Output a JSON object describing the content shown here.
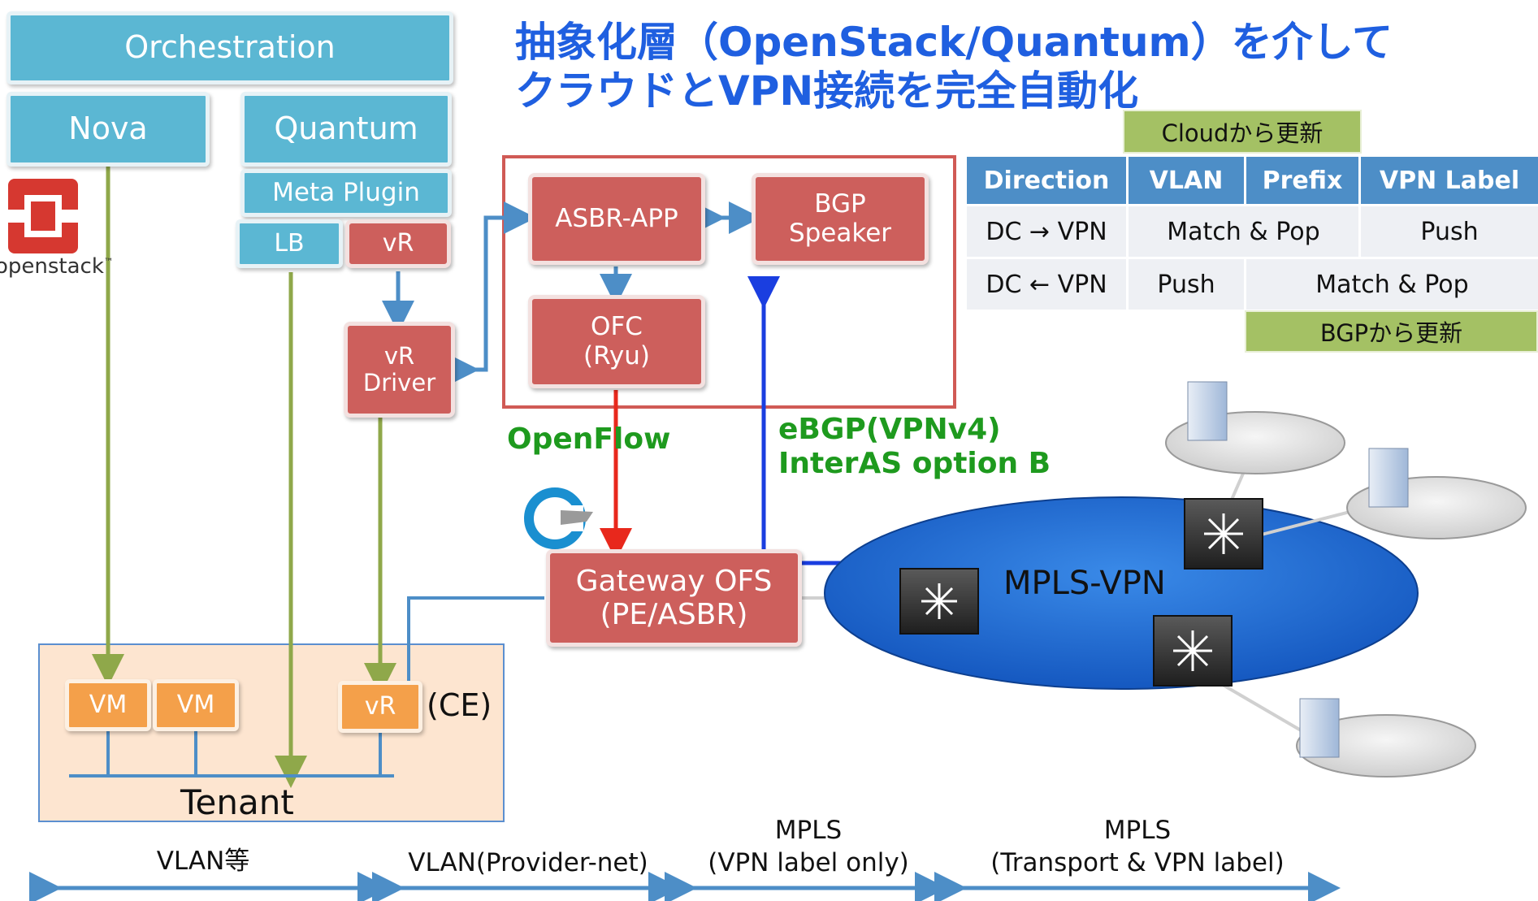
{
  "title": {
    "line1": "抽象化層（OpenStack/Quantum）を介して",
    "line2": "クラウドとVPN接続を完全自動化",
    "color": "#1f5fe0"
  },
  "boxes": {
    "orchestration": "Orchestration",
    "nova": "Nova",
    "quantum": "Quantum",
    "meta_plugin": "Meta Plugin",
    "lb": "LB",
    "vr_top": "vR",
    "vr_driver_1": "vR",
    "vr_driver_2": "Driver",
    "asbr_app": "ASBR-APP",
    "bgp_speaker_1": "BGP",
    "bgp_speaker_2": "Speaker",
    "ofc_1": "OFC",
    "ofc_2": "(Ryu)",
    "gateway_1": "Gateway OFS",
    "gateway_2": "(PE/ASBR)",
    "vm_1": "VM",
    "vm_2": "VM",
    "vr_ce": "vR",
    "ce_label": "(CE)",
    "tenant": "Tenant"
  },
  "openstack_logo": {
    "text": "openstack",
    "tm": "™"
  },
  "labels": {
    "openflow": "OpenFlow",
    "ebgp_1": "eBGP(VPNv4)",
    "ebgp_2": "InterAS option B",
    "mpls_vpn": "MPLS-VPN"
  },
  "table": {
    "cloud_update": "Cloudから更新",
    "bgp_update": "BGPから更新",
    "headers": [
      "Direction",
      "VLAN",
      "Prefix",
      "VPN Label"
    ],
    "row1": {
      "direction": "DC → VPN",
      "vlan_prefix": "Match & Pop",
      "vpn_label": "Push"
    },
    "row2": {
      "direction": "DC ← VPN",
      "vlan": "Push",
      "prefix_label": "Match & Pop"
    }
  },
  "bottom": {
    "seg1": "VLAN等",
    "seg2": "VLAN(Provider-net)",
    "seg3_1": "MPLS",
    "seg3_2": "(VPN label only)",
    "seg4_1": "MPLS",
    "seg4_2": "(Transport & VPN label)"
  },
  "colors": {
    "teal": "#5bb7d3",
    "red": "#cd5f5c",
    "orange": "#f4a04a",
    "olive_arrow": "#8fa84a",
    "blue_arrow": "#4d8ec7",
    "openflow_arrow": "#e8281c",
    "ebgp_arrow": "#1a3ee0",
    "label_green": "#1e9a1e",
    "mpls_cloud": "#1f6fd0"
  },
  "icons": [
    "openstack-logo-icon",
    "ryu-logo-icon",
    "router-icon",
    "server-icon"
  ]
}
